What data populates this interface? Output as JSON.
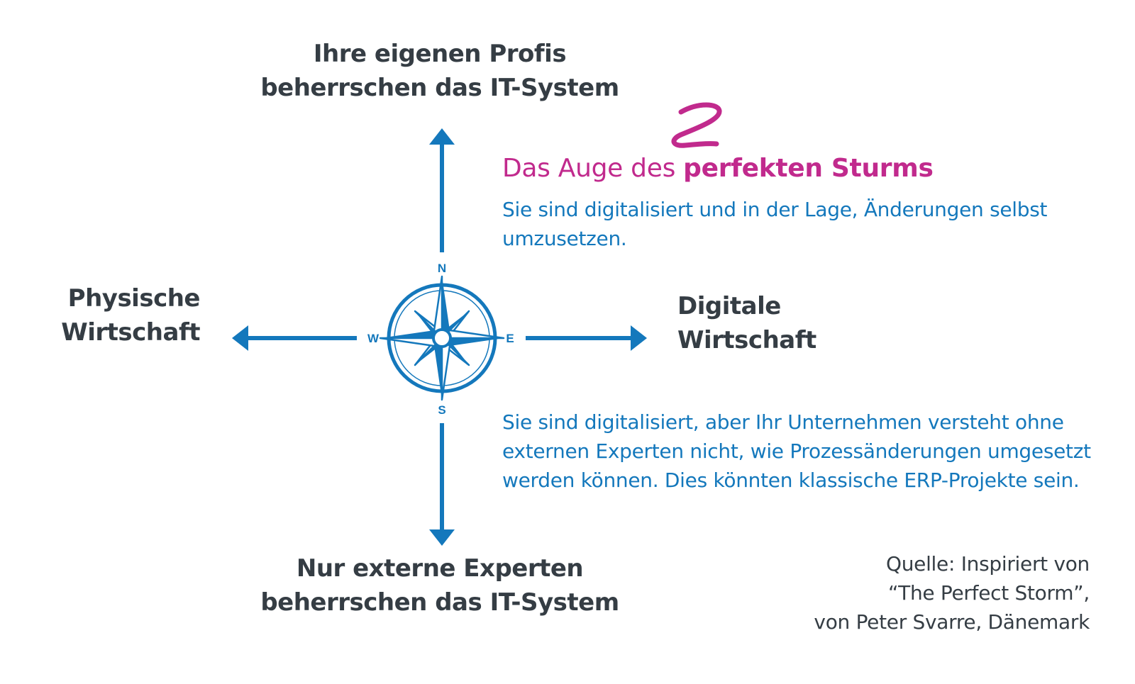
{
  "axes": {
    "top": {
      "lines": [
        "Ihre eigenen Profis",
        "beherrschen das IT-System"
      ]
    },
    "bottom": {
      "lines": [
        "Nur externe Experten",
        "beherrschen das IT-System"
      ]
    },
    "left": {
      "lines": [
        "Physische",
        "Wirtschaft"
      ]
    },
    "right": {
      "lines": [
        "Digitale",
        "Wirtschaft"
      ]
    }
  },
  "compass": {
    "north": "N",
    "south": "S",
    "east": "E",
    "west": "W",
    "icon": "compass-rose-icon"
  },
  "storm": {
    "title_prefix": "Das Auge des ",
    "title_bold": "perfekten Sturms",
    "icon": "storm-squiggle-icon"
  },
  "quadrants": {
    "upper_right": {
      "lines": [
        "Sie sind digitalisiert und in der Lage, Änderungen selbst",
        "umzusetzen."
      ]
    },
    "lower_right": {
      "lines": [
        "Sie sind digitalisiert, aber Ihr Unternehmen versteht ohne",
        "externen Experten nicht, wie Prozessänderungen umgesetzt",
        "werden können. Dies könnten klassische ERP-Projekte sein."
      ]
    }
  },
  "source": {
    "lines": [
      "Quelle: Inspiriert von",
      "“The Perfect Storm”,",
      "von Peter Svarre, Dänemark"
    ]
  },
  "colors": {
    "blue": "#1478bc",
    "magenta": "#c12a8d",
    "dark": "#353d44"
  }
}
